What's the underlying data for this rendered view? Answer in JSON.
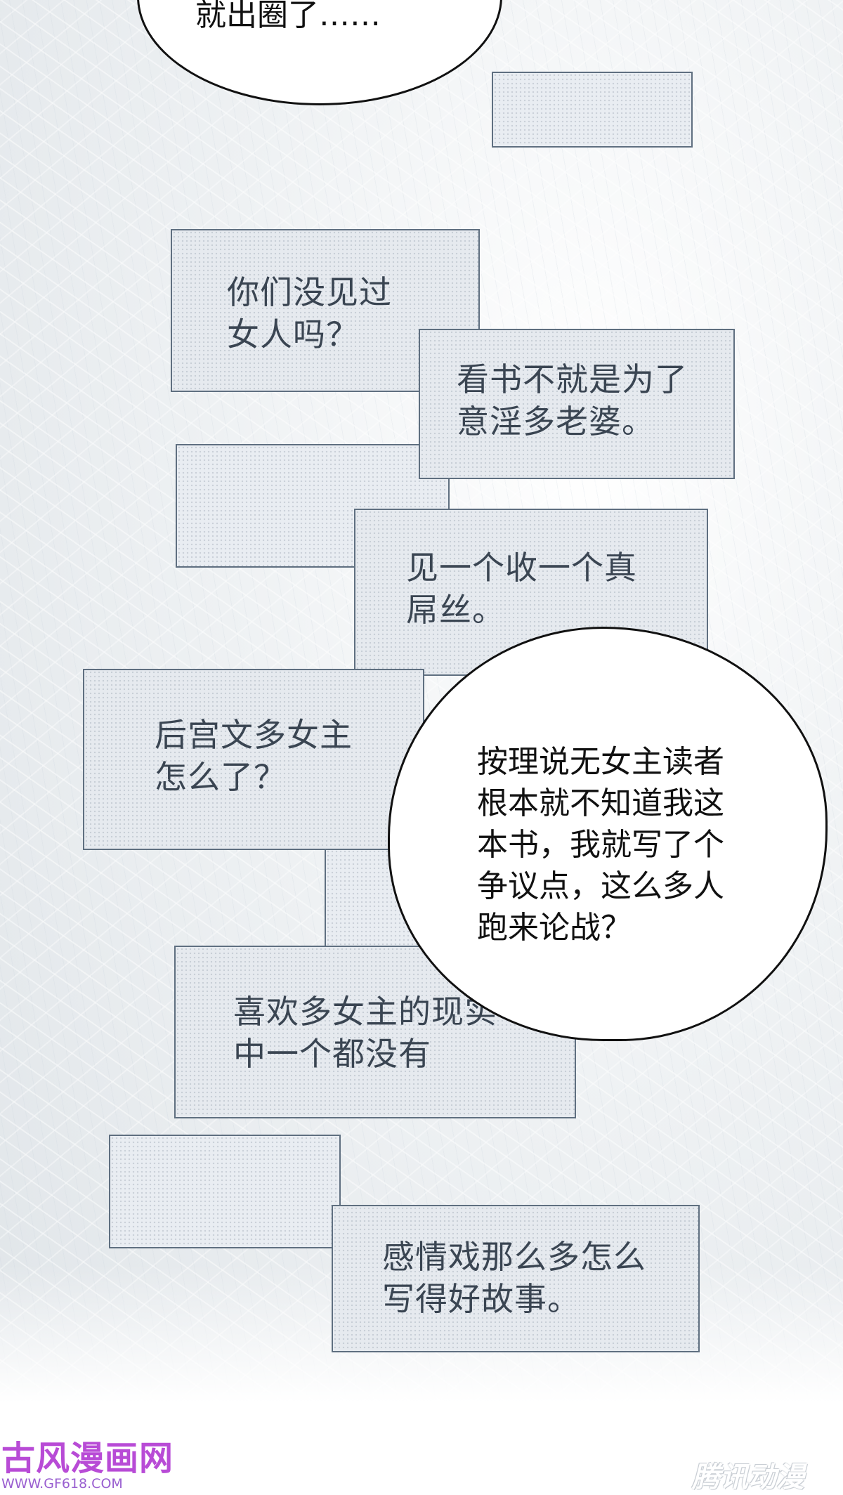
{
  "top_bubble": {
    "text": "就出圈了……"
  },
  "panels": [
    {
      "text": "你们没见过\n女人吗？"
    },
    {
      "text": "看书不就是为了\n意淫多老婆。"
    },
    {
      "text": "见一个收一个真\n屌丝。"
    },
    {
      "text": "后宫文多女主\n怎么了？"
    },
    {
      "text": "喜欢多女主的现实\n中一个都没有"
    },
    {
      "text": "感情戏那么多怎么\n写得好故事。"
    }
  ],
  "main_bubble": {
    "text": "按理说无女主读者\n根本就不知道我这\n本书，我就写了个\n争议点，这么多人\n跑来论战？"
  },
  "watermarks": {
    "left_title": "古风漫画网",
    "left_url": "WWW.GF618.COM",
    "right": "腾讯动漫"
  }
}
